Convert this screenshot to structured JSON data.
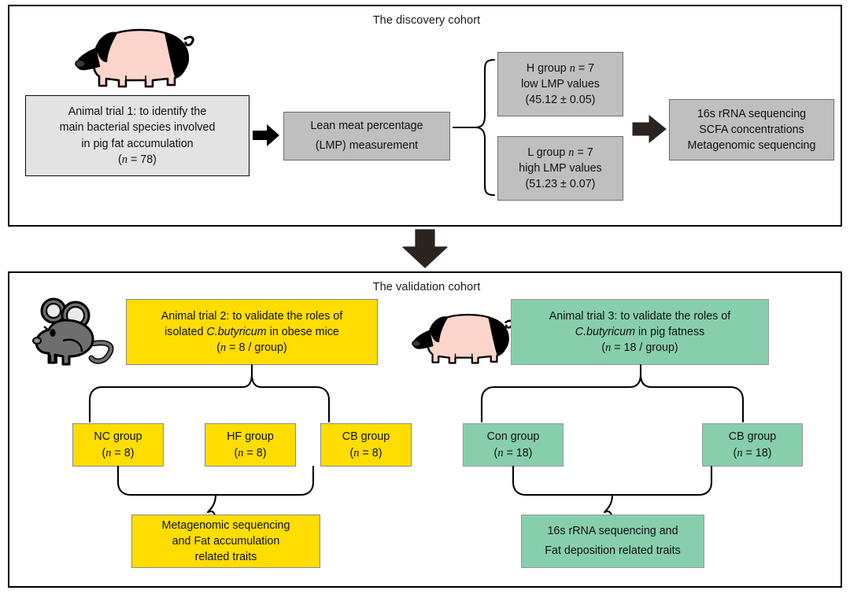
{
  "figure": {
    "type": "flowchart",
    "panels": [
      {
        "id": "discovery",
        "title": "The discovery cohort",
        "animal": "pig"
      },
      {
        "id": "validation",
        "title": "The validation cohort",
        "animals": [
          "mouse",
          "pig"
        ]
      }
    ]
  },
  "discovery": {
    "title": "The discovery cohort",
    "trial1": {
      "l1": "Animal trial 1: to identify the",
      "l2": "main bacterial species involved",
      "l3": "in pig fat accumulation",
      "l4_pre": "(",
      "l4_n": "n",
      "l4_post": " = 78)"
    },
    "lmp": {
      "l1": "Lean meat percentage",
      "l2": "(LMP) measurement"
    },
    "h_group": {
      "l1_pre": "H group ",
      "l1_n": "n",
      "l1_post": " = 7",
      "l2": "low LMP values",
      "l3": "(45.12 ± 0.05)"
    },
    "l_group": {
      "l1_pre": "L group ",
      "l1_n": "n",
      "l1_post": " = 7",
      "l2": "high LMP values",
      "l3": "(51.23 ± 0.07)"
    },
    "outputs": {
      "l1": "16s rRNA sequencing",
      "l2": "SCFA concentrations",
      "l3": "Metagenomic sequencing"
    }
  },
  "validation": {
    "title": "The validation cohort",
    "trial2": {
      "l1": "Animal trial 2: to validate the roles of",
      "l2_pre": "isolated ",
      "l2_it": "C.butyricum",
      "l2_post": " in obese mice",
      "l3_pre": "(",
      "l3_n": "n",
      "l3_post": " = 8 / group)"
    },
    "trial3": {
      "l1": "Animal trial 3: to validate the roles of",
      "l2_it": "C.butyricum",
      "l2_post": "  in pig fatness",
      "l3_pre": "(",
      "l3_n": "n",
      "l3_post": " = 18 / group)"
    },
    "mouse_groups": [
      {
        "name": "NC group",
        "n_pre": "(",
        "n_it": "n",
        "n_post": " = 8)"
      },
      {
        "name": "HF group",
        "n_pre": "(",
        "n_it": "n",
        "n_post": " = 8)"
      },
      {
        "name": "CB group",
        "n_pre": "(",
        "n_it": "n",
        "n_post": " = 8)"
      }
    ],
    "pig_groups": [
      {
        "name": "Con group",
        "n_pre": "(",
        "n_it": "n",
        "n_post": " = 18)"
      },
      {
        "name": "CB group",
        "n_pre": "(",
        "n_it": "n",
        "n_post": " = 18)"
      }
    ],
    "mouse_outputs": {
      "l1": "Metagenomic sequencing",
      "l2": "and Fat accumulation",
      "l3": "related traits"
    },
    "pig_outputs": {
      "l1": "16s rRNA sequencing and",
      "l2": "Fat deposition related traits"
    }
  },
  "colors": {
    "gray_light": "#e3e3e3",
    "gray_dark": "#bfbfbf",
    "yellow": "#ffdd00",
    "green": "#87ceac",
    "pig_body": "#fbd5cb",
    "pig_black": "#000000",
    "mouse_body": "#6e6e6e",
    "mouse_ear": "#ebebeb",
    "arrow_black": "#000000",
    "arrow_brown": "#2b2320",
    "border": "#000000"
  },
  "icons": {
    "pig": "pig-icon",
    "mouse": "mouse-icon",
    "arrow_right": "arrow-right-icon",
    "arrow_down": "arrow-down-icon",
    "brace": "brace-icon"
  }
}
